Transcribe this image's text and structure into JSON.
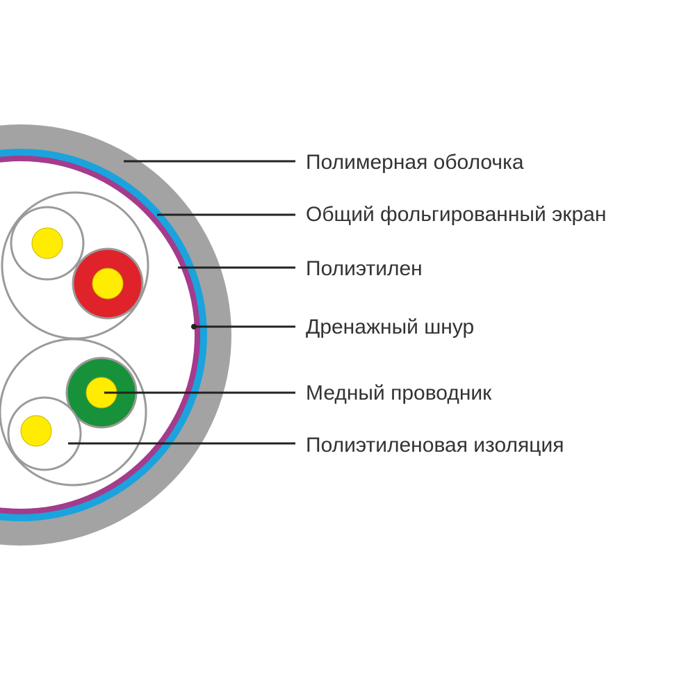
{
  "diagram": {
    "labels": [
      {
        "id": "polymer-sheath",
        "text": "Полимерная оболочка"
      },
      {
        "id": "foil-shield",
        "text": "Общий фольгированный экран"
      },
      {
        "id": "polyethylene",
        "text": "Полиэтилен"
      },
      {
        "id": "drain-wire",
        "text": "Дренажный шнур"
      },
      {
        "id": "copper-conductor",
        "text": "Медный проводник"
      },
      {
        "id": "pe-insulation",
        "text": "Полиэтиленовая изоляция"
      }
    ],
    "colors": {
      "sheath": "#a3a3a3",
      "shield": "#1ba3dd",
      "polyethylene_layer": "#a43b8c",
      "pair_outline": "#9a9a9a",
      "conductor": "#ffec00",
      "insulation_red": "#e0222a",
      "insulation_green": "#17923a",
      "leader_line": "#222222",
      "text": "#333333"
    }
  }
}
